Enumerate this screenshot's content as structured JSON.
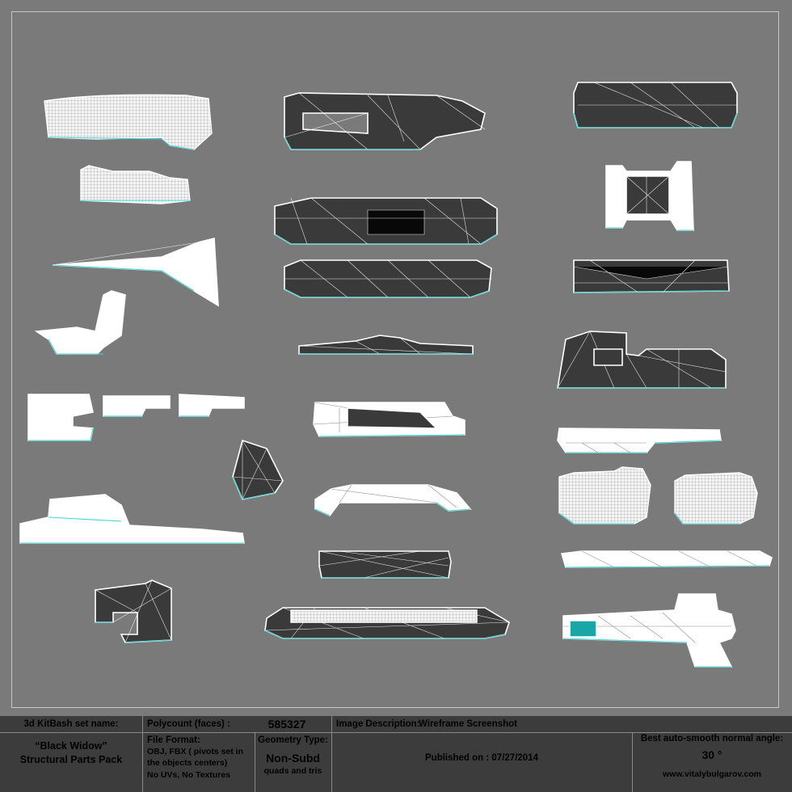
{
  "panel": {
    "kitbash_label": "3d KitBash set name:",
    "set_name_line1": "“Black Widow”",
    "set_name_line2": "Structural Parts Pack",
    "polycount_label": "Polycount (faces) :",
    "polycount_value": "585327",
    "image_desc_label": "Image Description:",
    "image_desc_value": "Wireframe Screenshot",
    "file_format_label": "File Format:",
    "file_format_line1": "OBJ, FBX ( pivots set in",
    "file_format_line2": "the objects centers)",
    "file_format_line3": "No UVs, No Textures",
    "geometry_label": "Geometry Type:",
    "geometry_value": "Non-Subd",
    "geometry_sub": "quads and tris",
    "published": "Published on : 07/27/2014",
    "smooth_label": "Best auto-smooth normal angle:",
    "smooth_value": "30 °",
    "website": "www.vitalybulgarov.com"
  },
  "colors": {
    "background": "#7a7a7a",
    "panel": "#3c3c3c",
    "wire_white": "#ffffff",
    "wire_cyan": "#3fd6d6",
    "shaded_fill": "#3a3a3a"
  }
}
